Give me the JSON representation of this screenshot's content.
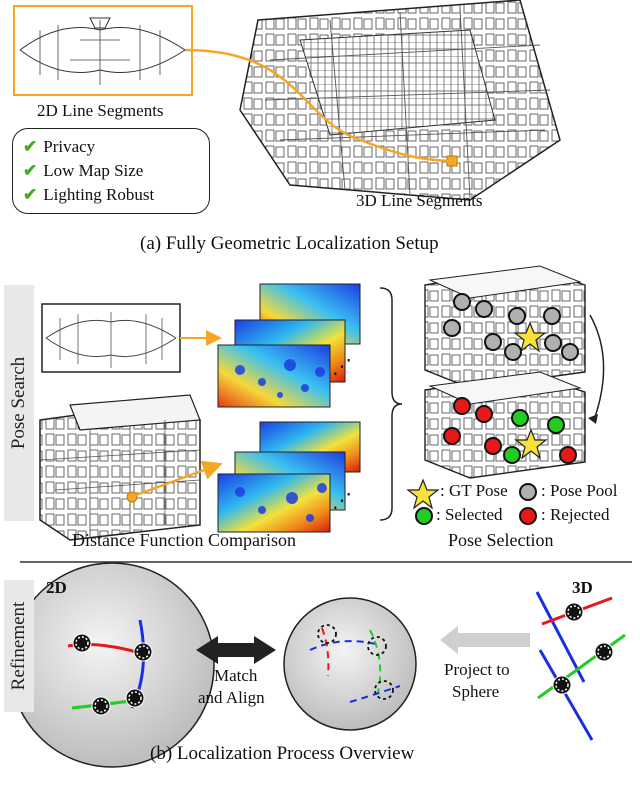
{
  "setup": {
    "label_2d": "2D Line Segments",
    "label_3d": "3D Line Segments",
    "benefits": [
      {
        "icon": "check-icon",
        "text": "Privacy"
      },
      {
        "icon": "check-icon",
        "text": "Low Map Size"
      },
      {
        "icon": "check-icon",
        "text": "Lighting Robust"
      }
    ],
    "caption": "(a) Fully Geometric Localization Setup"
  },
  "pose_search": {
    "tab_label": "Pose Search",
    "comparison_label": "Distance Function Comparison",
    "ellipsis": "⋰",
    "selection_label": "Pose Selection",
    "legend": {
      "gt_pose": ": GT Pose",
      "pose_pool": ": Pose Pool",
      "selected": ": Selected",
      "rejected": ": Rejected"
    }
  },
  "refinement": {
    "tab_label": "Refinement",
    "label_2d": "2D",
    "label_3d": "3D",
    "match_line1": "Match",
    "match_line2": "and Align",
    "project_line1": "Project to",
    "project_line2": "Sphere"
  },
  "caption_b": "(b) Localization Process Overview",
  "colors": {
    "accent_orange": "#f5a623",
    "selected_green": "#22cc22",
    "rejected_red": "#e81818",
    "pool_gray": "#b0b0b0",
    "gt_yellow": "#f7e23a"
  }
}
